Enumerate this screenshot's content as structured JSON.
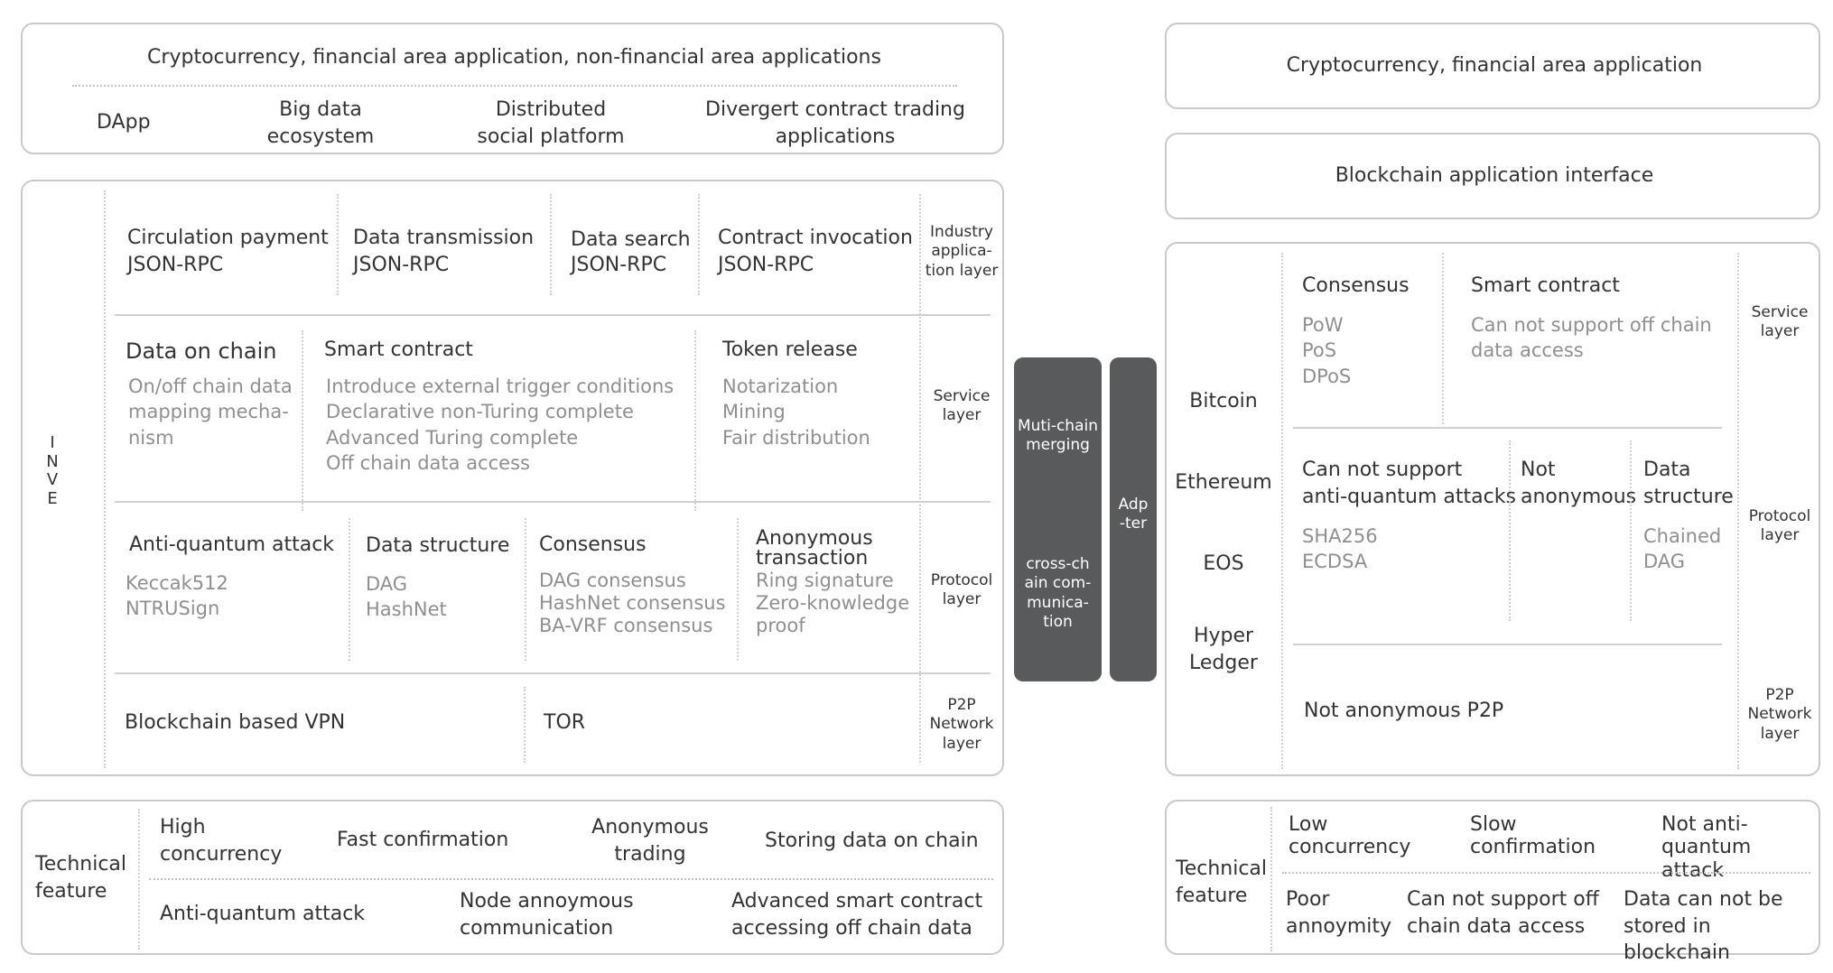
{
  "left": {
    "app_box": {
      "title": "Cryptocurrency, financial area application, non-financial area applications",
      "items": [
        "DApp",
        "Big data\necosystem",
        "Distributed\nsocial platform",
        "Divergert contract trading\napplications"
      ]
    },
    "inve_label": "I\nN\nV\nE",
    "industry_layer": {
      "label": "Industry\napplica-\ntion layer",
      "items": [
        {
          "title": "Circulation payment",
          "sub": "JSON-RPC"
        },
        {
          "title": "Data transmission",
          "sub": "JSON-RPC"
        },
        {
          "title": "Data search",
          "sub": "JSON-RPC"
        },
        {
          "title": "Contract invocation",
          "sub": "JSON-RPC"
        }
      ]
    },
    "service_layer": {
      "label": "Service\nlayer",
      "items": [
        {
          "title": "Data on chain",
          "details": "On/off chain data\nmapping mecha-\nnism"
        },
        {
          "title": "Smart contract",
          "details": "Introduce external trigger conditions\nDeclarative non-Turing complete\nAdvanced Turing complete\nOff chain data access"
        },
        {
          "title": "Token release",
          "details": "Notarization\nMining\nFair distribution"
        }
      ]
    },
    "protocol_layer": {
      "label": "Protocol\nlayer",
      "items": [
        {
          "title": "Anti-quantum attack",
          "details": "Keccak512\nNTRUSign"
        },
        {
          "title": "Data structure",
          "details": "DAG\nHashNet"
        },
        {
          "title": "Consensus",
          "details": "DAG consensus\nHashNet consensus\nBA-VRF consensus"
        },
        {
          "title": "Anonymous\ntransaction",
          "details": "Ring signature\nZero-knowledge\nproof"
        }
      ]
    },
    "p2p_layer": {
      "label": "P2P\nNetwork\nlayer",
      "items": [
        "Blockchain based VPN",
        "TOR"
      ]
    },
    "tech": {
      "label": "Technical\nfeature",
      "row1": [
        "High\nconcurrency",
        "Fast confirmation",
        "Anonymous\ntrading",
        "Storing data on chain"
      ],
      "row2": [
        "Anti-quantum attack",
        "Node annoymous\ncommunication",
        "Advanced smart contract\naccessing off chain data"
      ]
    }
  },
  "middle": {
    "pill1_top": "Muti-chain\nmerging",
    "pill1_bottom": "cross-ch\nain com-\nmunica-\ntion",
    "pill2": "Adp\n-ter"
  },
  "right": {
    "app_box": "Cryptocurrency, financial area application",
    "interface_box": "Blockchain application interface",
    "chains": [
      "Bitcoin",
      "Ethereum",
      "EOS",
      "Hyper\nLedger"
    ],
    "service_layer": {
      "label": "Service\nlayer",
      "consensus_title": "Consensus",
      "consensus_details": "PoW\nPoS\nDPoS",
      "contract_title": "Smart contract",
      "contract_details": "Can not support off chain\ndata access"
    },
    "protocol_layer": {
      "label": "Protocol\nlayer",
      "items": [
        {
          "title": "Can not support\nanti-quantum attacks",
          "details": "SHA256\nECDSA"
        },
        {
          "title": "Not\nanonymous",
          "details": ""
        },
        {
          "title": "Data\nstructure",
          "details": "Chained\nDAG"
        }
      ]
    },
    "p2p_layer": {
      "label": "P2P\nNetwork\nlayer",
      "text": "Not anonymous P2P"
    },
    "tech": {
      "label": "Technical\nfeature",
      "row1": [
        "Low\nconcurrency",
        "Slow\nconfirmation",
        "Not anti-\nquantum attack"
      ],
      "row2": [
        "Poor\nannoymity",
        "Can not support off\nchain data access",
        "Data can not be\nstored in blockchain"
      ]
    }
  }
}
